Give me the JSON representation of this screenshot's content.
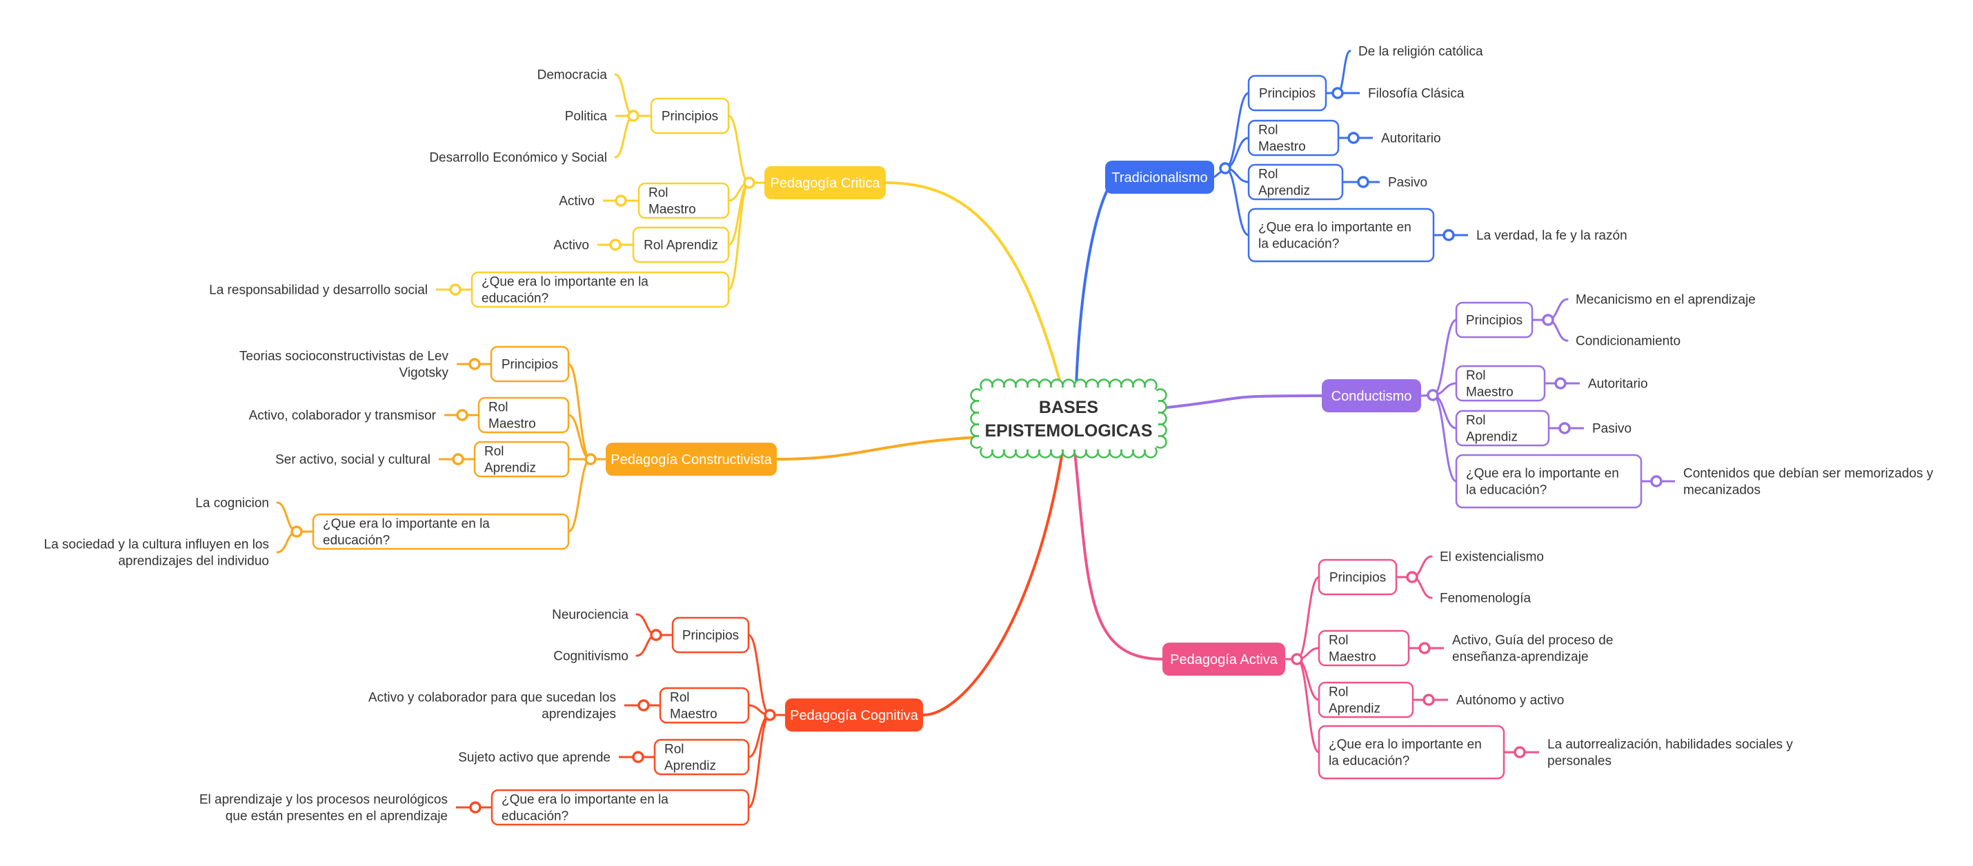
{
  "center": {
    "lines": [
      "BASES",
      "EPISTEMOLOGICAS"
    ]
  },
  "branches": [
    {
      "key": "tradicionalismo",
      "label": "Tradicionalismo",
      "color": "#3d6ff0",
      "children": [
        {
          "label": "Principios",
          "leaves": [
            "De la religión católica",
            "Filosofía Clásica"
          ]
        },
        {
          "label": "Rol Maestro",
          "leaves": [
            "Autoritario"
          ]
        },
        {
          "label": "Rol Aprendiz",
          "leaves": [
            "Pasivo"
          ]
        },
        {
          "label": "¿Que era lo importante en la educación?",
          "leaves": [
            "La verdad, la fe y la razón"
          ]
        }
      ]
    },
    {
      "key": "conductismo",
      "label": "Conductismo",
      "color": "#9b6fe8",
      "children": [
        {
          "label": "Principios",
          "leaves": [
            "Mecanicismo en el aprendizaje",
            "Condicionamiento"
          ]
        },
        {
          "label": "Rol Maestro",
          "leaves": [
            "Autoritario"
          ]
        },
        {
          "label": "Rol Aprendiz",
          "leaves": [
            "Pasivo"
          ]
        },
        {
          "label": "¿Que era lo importante en la educación?",
          "leaves": [
            "Contenidos que debían ser memorizados y mecanizados"
          ]
        }
      ]
    },
    {
      "key": "activa",
      "label": "Pedagogía Activa",
      "color": "#ef5388",
      "children": [
        {
          "label": "Principios",
          "leaves": [
            "El existencialismo",
            "Fenomenología"
          ]
        },
        {
          "label": "Rol Maestro",
          "leaves": [
            "Activo, Guía del proceso de enseñanza-aprendizaje"
          ]
        },
        {
          "label": "Rol Aprendiz",
          "leaves": [
            "Autónomo y activo"
          ]
        },
        {
          "label": "¿Que era lo importante en la educación?",
          "leaves": [
            "La autorrealización, habilidades sociales y personales"
          ]
        }
      ]
    },
    {
      "key": "critica",
      "label": "Pedagogía Critica",
      "color": "#fdd02c",
      "children": [
        {
          "label": "Principios",
          "leaves": [
            "Democracia",
            "Politica",
            "Desarrollo Económico y Social"
          ]
        },
        {
          "label": "Rol Maestro",
          "leaves": [
            "Activo"
          ]
        },
        {
          "label": "Rol Aprendiz",
          "leaves": [
            "Activo"
          ]
        },
        {
          "label": "¿Que era lo importante en la educación?",
          "leaves": [
            "La responsabilidad y desarrollo social"
          ]
        }
      ]
    },
    {
      "key": "constructivista",
      "label": "Pedagogía Constructivista",
      "color": "#fba71b",
      "children": [
        {
          "label": "Principios",
          "leaves": [
            "Teorias socioconstructivistas de Lev Vigotsky"
          ]
        },
        {
          "label": "Rol Maestro",
          "leaves": [
            "Activo, colaborador y transmisor"
          ]
        },
        {
          "label": "Rol Aprendiz",
          "leaves": [
            "Ser activo,  social y cultural"
          ]
        },
        {
          "label": "¿Que era lo importante en la educación?",
          "leaves": [
            "La cognicion",
            "La sociedad y la cultura influyen en los aprendizajes del individuo"
          ]
        }
      ]
    },
    {
      "key": "cognitiva",
      "label": "Pedagogía Cognitiva",
      "color": "#fc4b22",
      "children": [
        {
          "label": "Principios",
          "leaves": [
            "Neurociencia",
            "Cognitivismo"
          ]
        },
        {
          "label": "Rol Maestro",
          "leaves": [
            "Activo y colaborador para que sucedan los aprendizajes"
          ]
        },
        {
          "label": "Rol Aprendiz",
          "leaves": [
            "Sujeto activo que aprende"
          ]
        },
        {
          "label": "¿Que era lo importante en la educación?",
          "leaves": [
            "El aprendizaje y los procesos neurológicos que están presentes en el aprendizaje"
          ]
        }
      ]
    }
  ]
}
